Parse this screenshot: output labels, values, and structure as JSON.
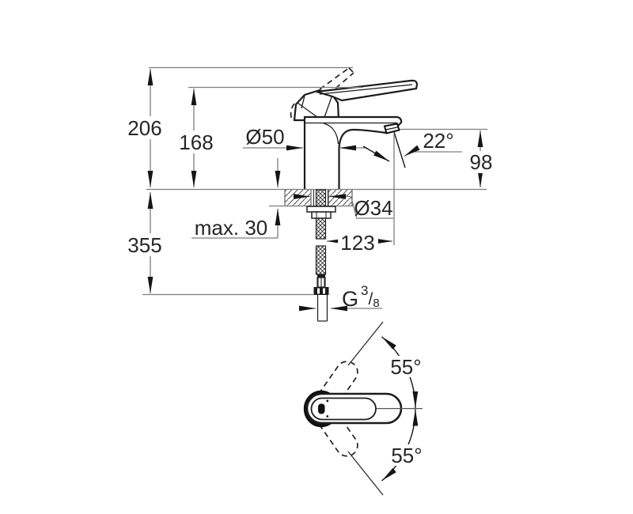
{
  "drawing": {
    "kind": "faucet-technical-dimension-drawing",
    "colors": {
      "object_line": "#1c1c1c",
      "dimension_line": "#7d7d7d",
      "text": "#262626",
      "background": "#ffffff"
    },
    "dimensions": {
      "overall_height": "206",
      "lever_height": "168",
      "body_diameter": "Ø50",
      "spout_angle": "22°",
      "spout_height": "98",
      "mounting_hole_diameter": "Ø34",
      "max_deck_thickness": "max. 30",
      "spout_projection": "123",
      "below_deck_length": "355",
      "thread": {
        "prefix": "G",
        "numerator": "3",
        "slash": "/",
        "denominator": "8"
      },
      "lever_swivel_up": "55°",
      "lever_swivel_down": "55°"
    }
  }
}
